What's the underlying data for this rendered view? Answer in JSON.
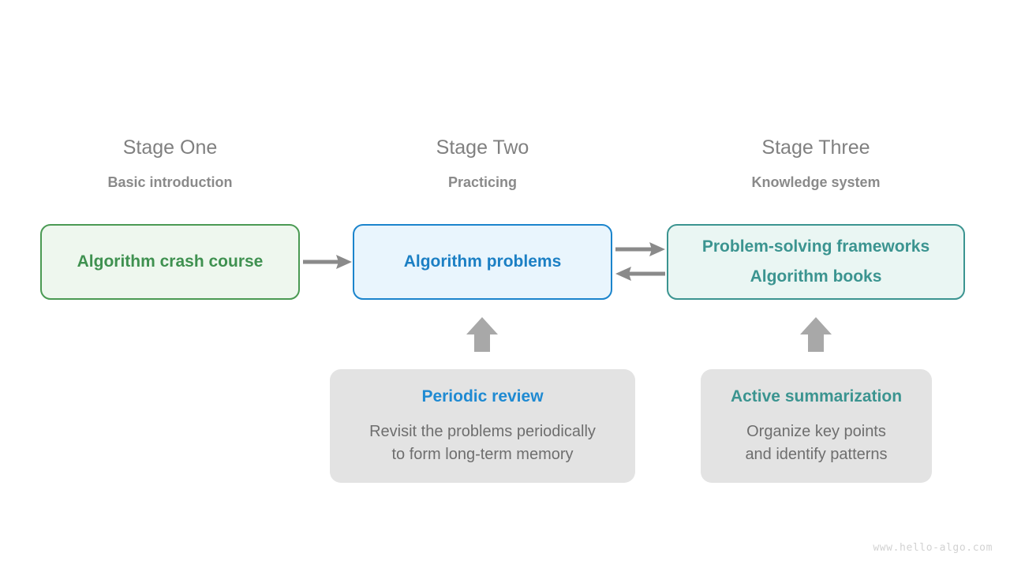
{
  "diagram": {
    "watermark": "www.hello-algo.com",
    "colors": {
      "green": "#3f9150",
      "green_border": "#4a9a53",
      "green_fill": "#eef7ee",
      "blue": "#1b7fc4",
      "blue_border": "#1b84cc",
      "blue_fill": "#e9f5fd",
      "teal": "#3b9490",
      "teal_border": "#3b9490",
      "teal_fill": "#eaf6f3",
      "note_fill": "#e3e3e3",
      "note_title_blue": "#1f8ad2",
      "note_title_teal": "#3b9490",
      "body_gray": "#6e6e6e",
      "stage_gray": "#808080",
      "arrow_gray": "#8a8a8a",
      "block_arrow_gray": "#a8a8a8",
      "watermark_gray": "#d2d2d2"
    },
    "stages": [
      {
        "title": "Stage One",
        "subtitle": "Basic introduction"
      },
      {
        "title": "Stage Two",
        "subtitle": "Practicing"
      },
      {
        "title": "Stage Three",
        "subtitle": "Knowledge system"
      }
    ],
    "nodes": [
      {
        "id": "stage-one-node",
        "lines": [
          "Algorithm crash course"
        ]
      },
      {
        "id": "stage-two-node",
        "lines": [
          "Algorithm problems"
        ]
      },
      {
        "id": "stage-three-node",
        "lines": [
          "Problem-solving frameworks",
          "Algorithm books"
        ]
      }
    ],
    "notes": [
      {
        "id": "periodic-review-note",
        "title": "Periodic review",
        "body": [
          "Revisit the problems periodically",
          "to form long-term memory"
        ]
      },
      {
        "id": "active-summarization-note",
        "title": "Active summarization",
        "body": [
          "Organize key points",
          "and identify patterns"
        ]
      }
    ],
    "arrows": [
      {
        "id": "arrow-one-to-two",
        "direction": "right"
      },
      {
        "id": "arrow-two-to-three",
        "direction": "right"
      },
      {
        "id": "arrow-three-to-two",
        "direction": "left"
      },
      {
        "id": "arrow-review-up",
        "direction": "up"
      },
      {
        "id": "arrow-summarization-up",
        "direction": "up"
      }
    ]
  }
}
